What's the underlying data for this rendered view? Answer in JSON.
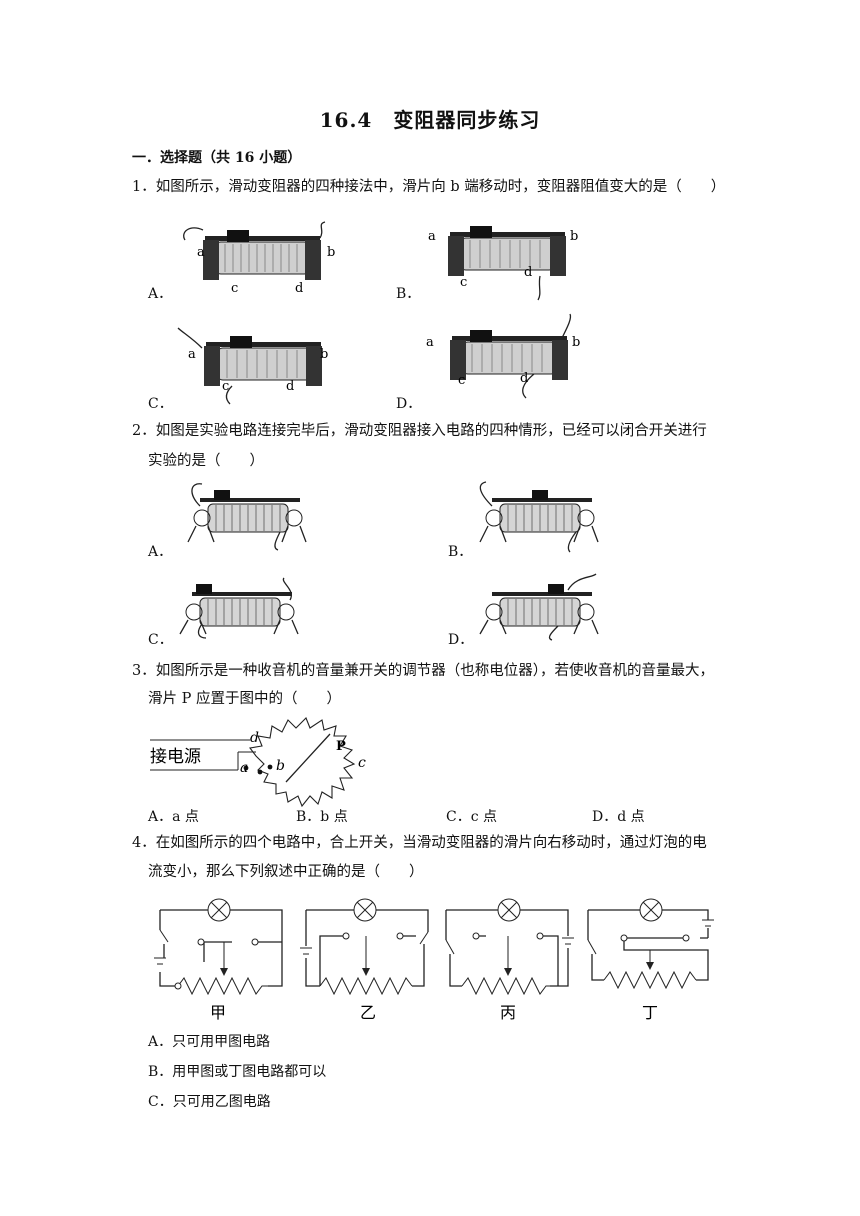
{
  "title": "16.4　变阻器同步练习",
  "section": "一．选择题（共 16 小题）",
  "q1": {
    "text": "1．如图所示，滑动变阻器的四种接法中，滑片向 b 端移动时，变阻器阻值变大的是（　　）",
    "options": [
      "A．",
      "B．",
      "C．",
      "D．"
    ],
    "terminal_labels": [
      "a",
      "b",
      "c",
      "d"
    ]
  },
  "q2": {
    "line1": "2．如图是实验电路连接完毕后，滑动变阻器接入电路的四种情形，已经可以闭合开关进行",
    "line2": "实验的是（　　）",
    "options": [
      "A．",
      "B．",
      "C．",
      "D．"
    ]
  },
  "q3": {
    "line1": "3．如图所示是一种收音机的音量兼开关的调节器（也称电位器），若使收音机的音量最大，",
    "line2": "滑片 P 应置于图中的（　　）",
    "figure_labels": {
      "source": "接电源",
      "a": "a",
      "b": "b",
      "c": "c",
      "d": "d",
      "p": "P"
    },
    "options": [
      "A．a 点",
      "B．b 点",
      "C．c 点",
      "D．d 点"
    ]
  },
  "q4": {
    "line1": "4．在如图所示的四个电路中，合上开关，当滑动变阻器的滑片向右移动时，通过灯泡的电",
    "line2": "流变小，那么下列叙述中正确的是（　　）",
    "circuit_labels": [
      "甲",
      "乙",
      "丙",
      "丁"
    ],
    "options": [
      "A．只可用甲图电路",
      "B．用甲图或丁图电路都可以",
      "C．只可用乙图电路"
    ]
  }
}
